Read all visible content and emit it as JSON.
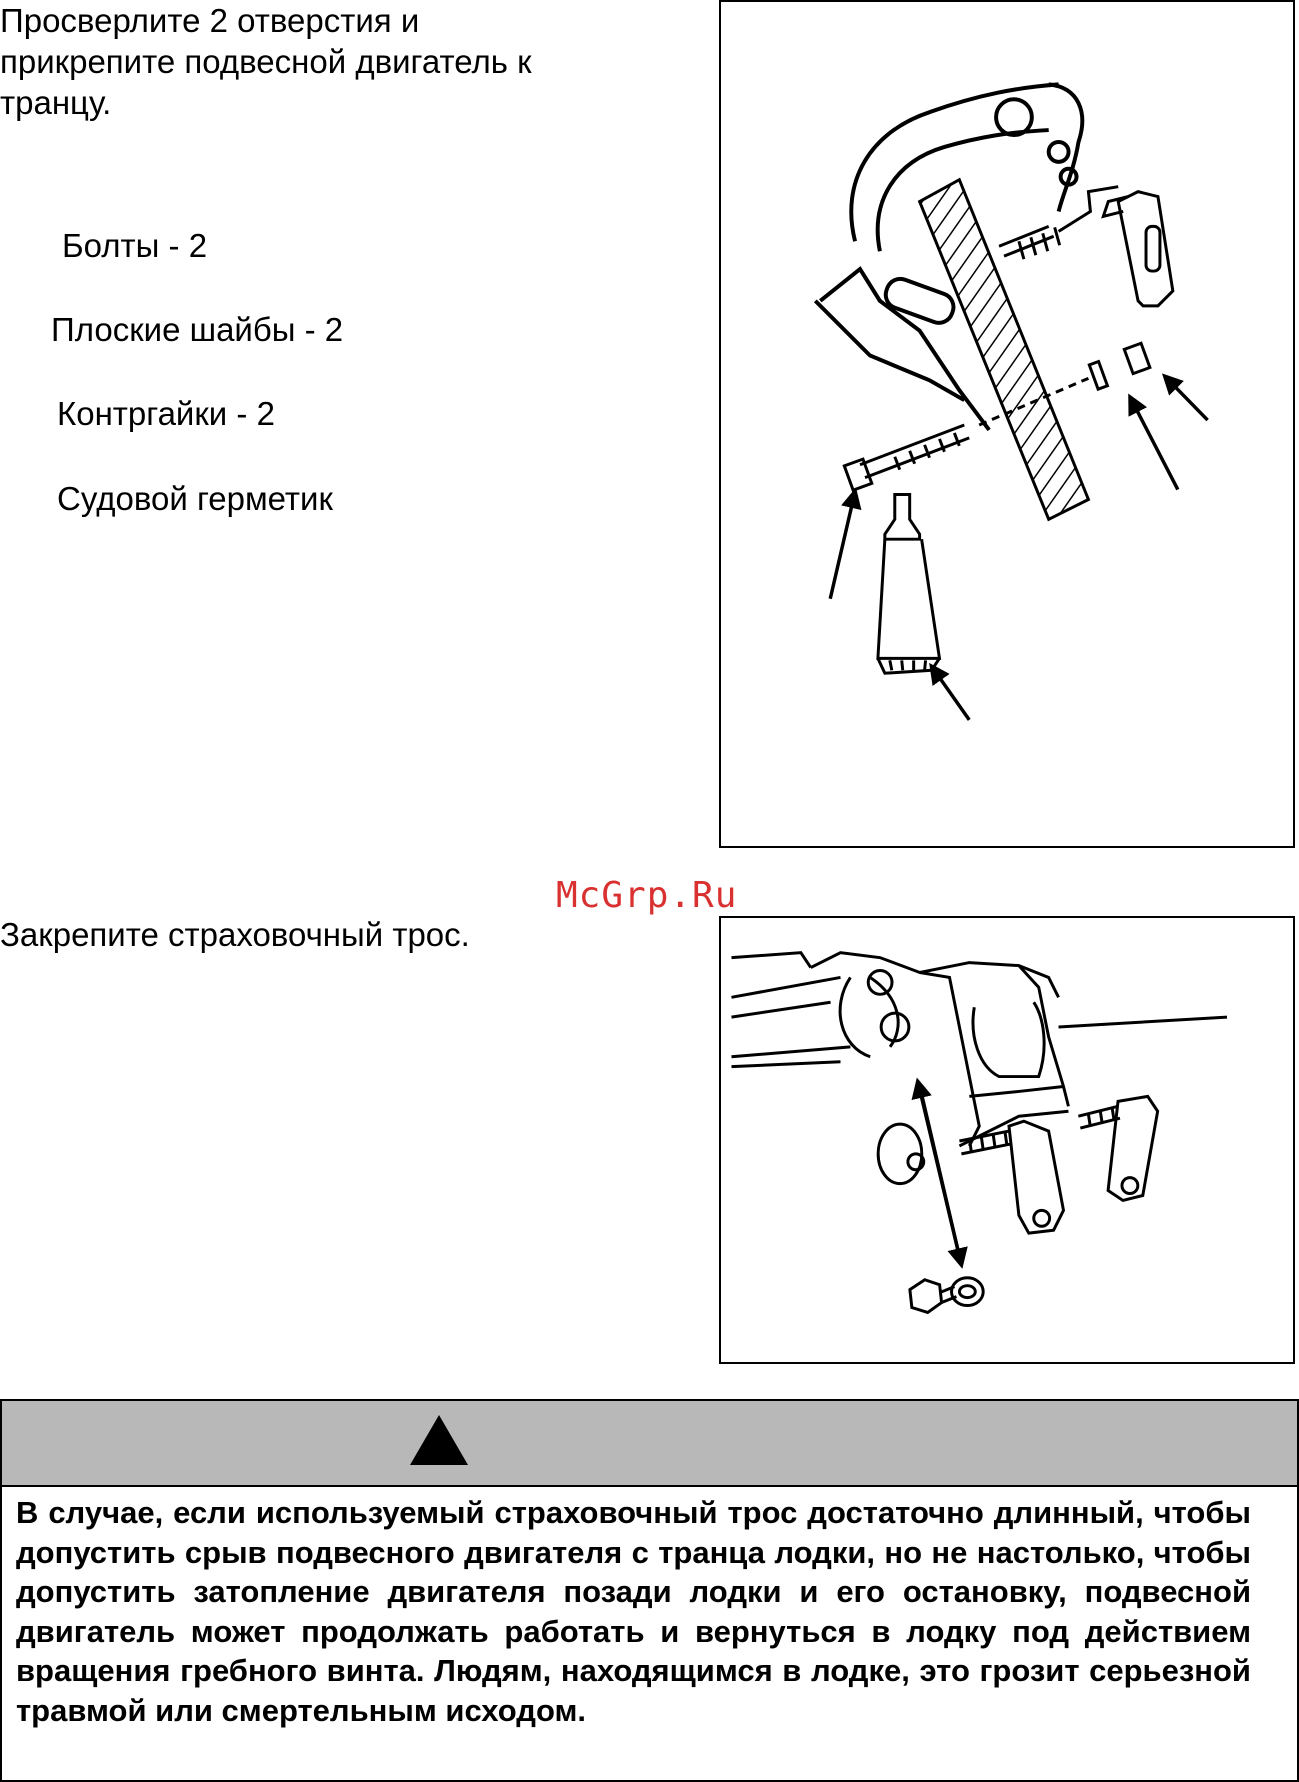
{
  "step1": {
    "instruction": "Просверлите 2 отверстия и прикрепите подвесной двигатель к транцу.",
    "items": [
      "Болты - 2",
      "Плоские шайбы - 2",
      "Контргайки - 2",
      "Судовой герметик"
    ]
  },
  "watermark": "McGrp.Ru",
  "step2": {
    "instruction": "Закрепите страховочный трос."
  },
  "warning": {
    "text": "В случае, если используемый страховочный трос достаточно длинный, чтобы допустить срыв подвесного двигателя с транца лодки, но не настолько, чтобы допустить затопление двигателя позади лодки и его остановку, подвесной двигатель может продолжать работать и вернуться в лодку под действием вращения гребного винта. Людям, находящимся в лодке, это грозит серьезной травмой или смертельным исходом."
  }
}
